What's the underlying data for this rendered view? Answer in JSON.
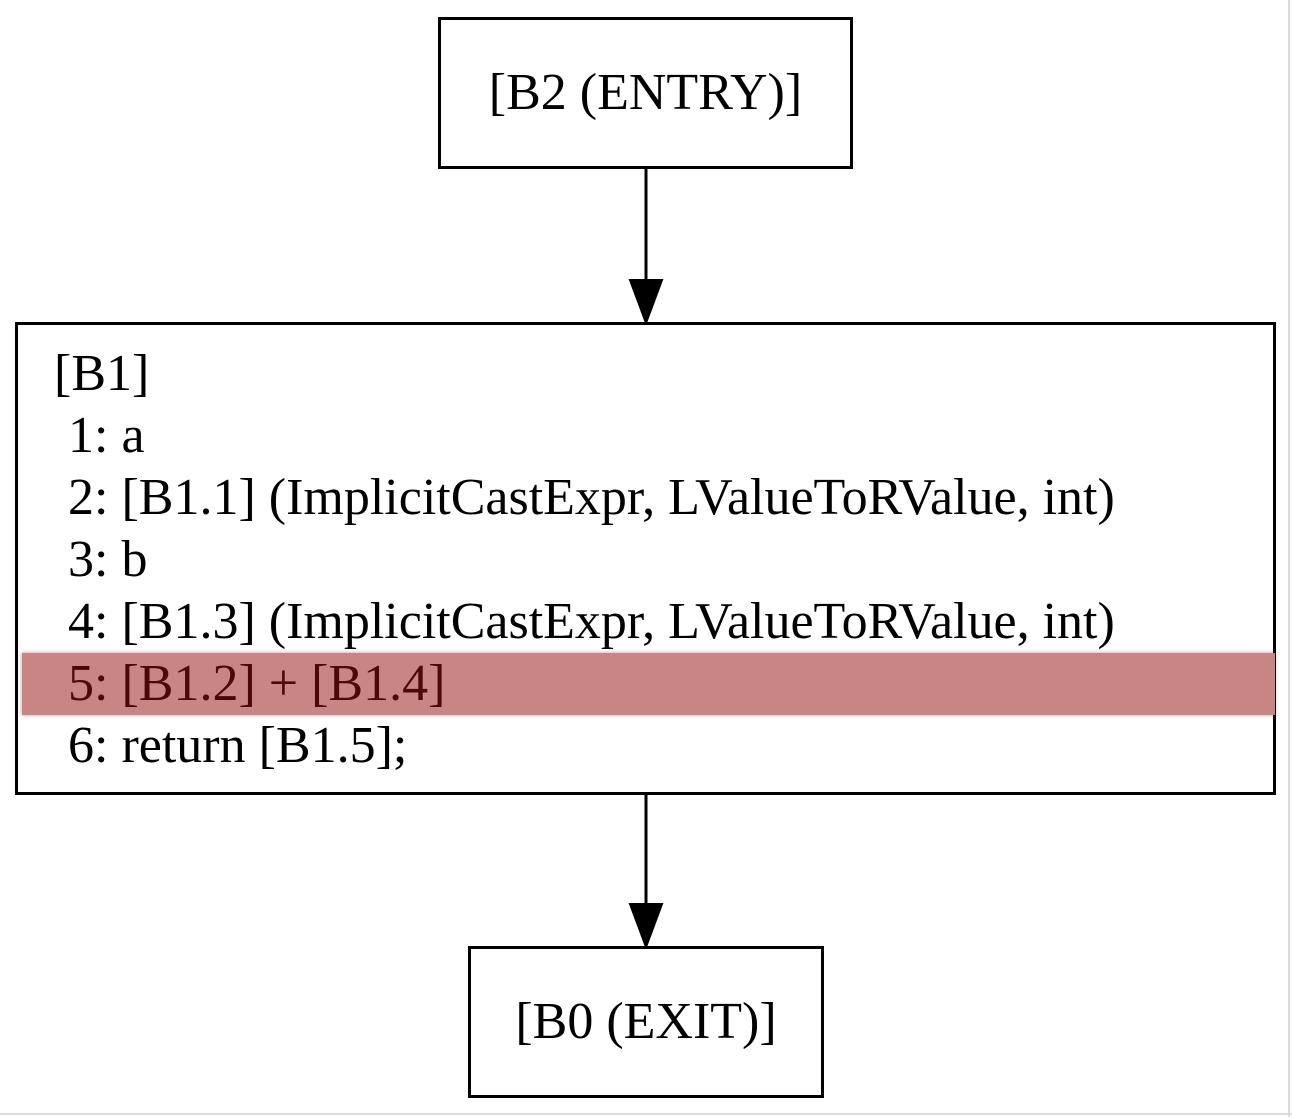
{
  "diagram": {
    "nodes": {
      "entry": {
        "label": "[B2 (ENTRY)]"
      },
      "b1": {
        "title": "[B1]",
        "lines": [
          "1: a",
          "2: [B1.1] (ImplicitCastExpr, LValueToRValue, int)",
          "3: b",
          "4: [B1.3] (ImplicitCastExpr, LValueToRValue, int)",
          "5: [B1.2] + [B1.4]",
          "6: return [B1.5];"
        ],
        "highlighted_line": 5
      },
      "exit": {
        "label": "[B0 (EXIT)]"
      }
    },
    "edges": [
      {
        "from": "entry",
        "to": "b1"
      },
      {
        "from": "b1",
        "to": "exit"
      }
    ],
    "colors": {
      "highlight": "#c98585",
      "highlight_text": "#4a0808",
      "stroke": "#000000"
    }
  }
}
